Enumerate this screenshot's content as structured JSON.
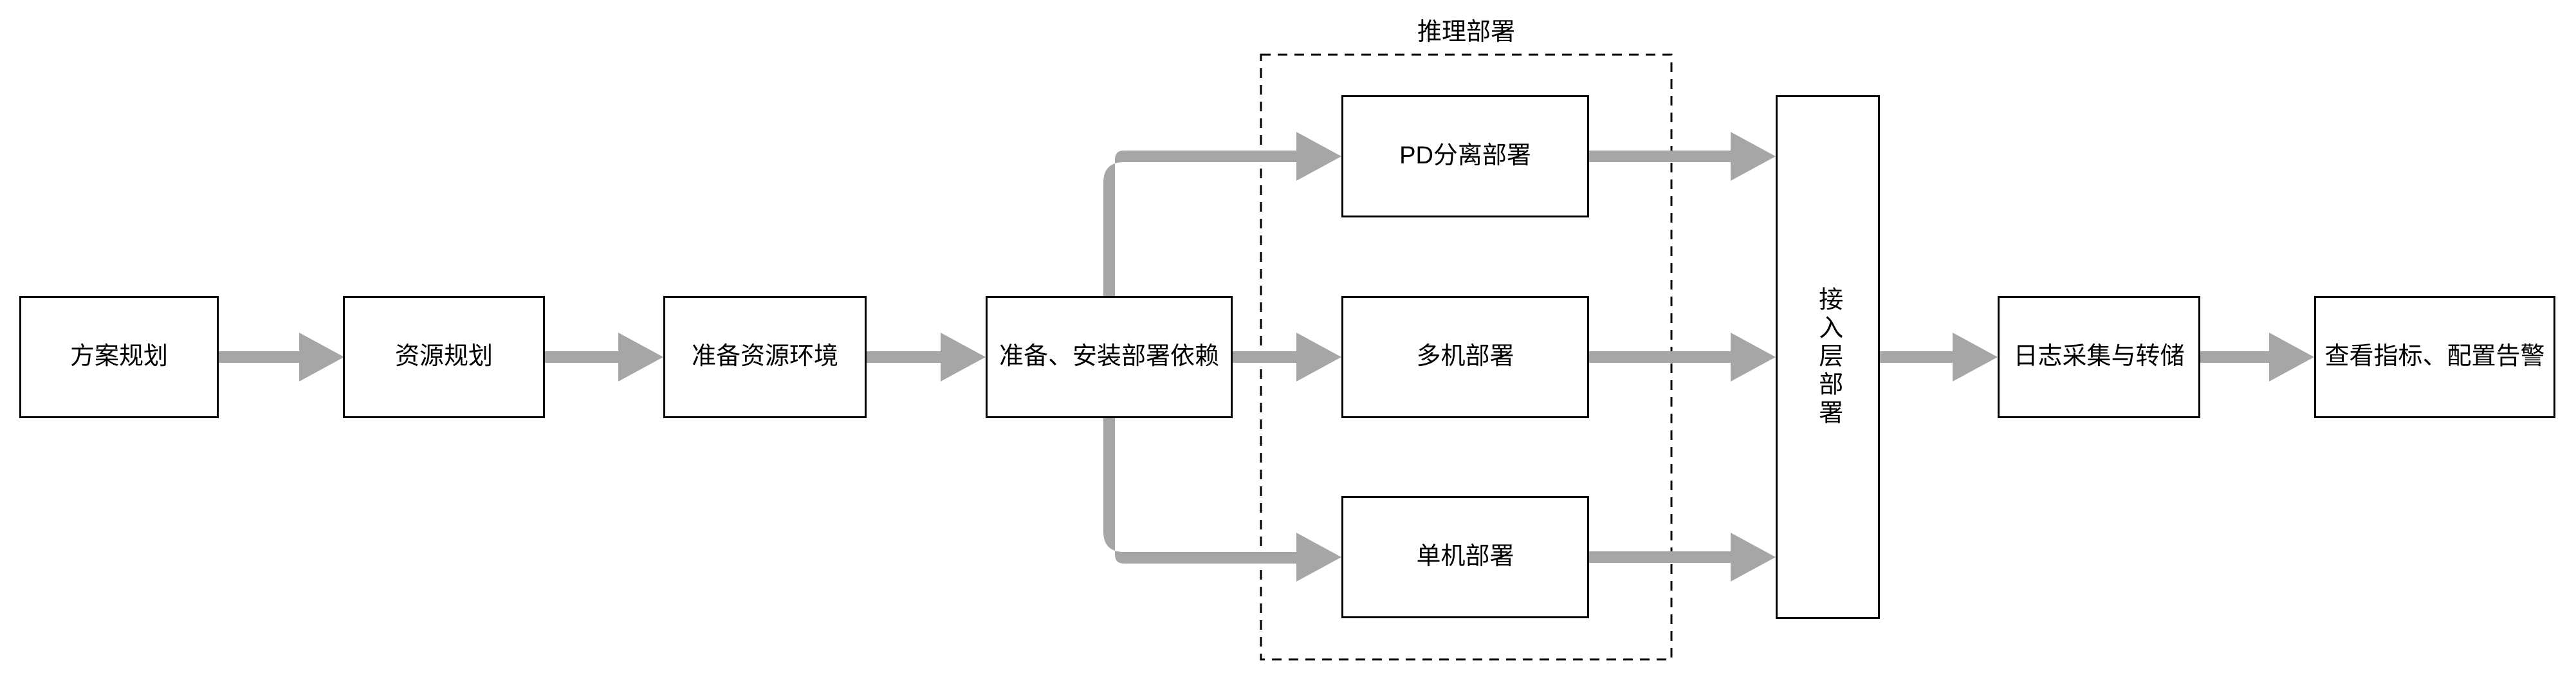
{
  "diagram": {
    "group_label": "推理部署",
    "nodes": {
      "plan": {
        "label": "方案规划"
      },
      "resources": {
        "label": "资源规划"
      },
      "env": {
        "label": "准备资源环境"
      },
      "deps": {
        "label": "准备、安装部署依赖"
      },
      "pd_split": {
        "label": "PD分离部署"
      },
      "multi_node": {
        "label": "多机部署"
      },
      "single_node": {
        "label": "单机部署"
      },
      "access_layer": {
        "label": "接入层部署"
      },
      "log_collect": {
        "label": "日志采集与转储"
      },
      "metrics_alert": {
        "label": "查看指标、配置告警"
      }
    },
    "colors": {
      "arrow": "#a6a6a6",
      "node_border": "#000000",
      "node_fill": "#ffffff",
      "dashed_border": "#000000",
      "text": "#000000",
      "background": "#ffffff"
    }
  }
}
